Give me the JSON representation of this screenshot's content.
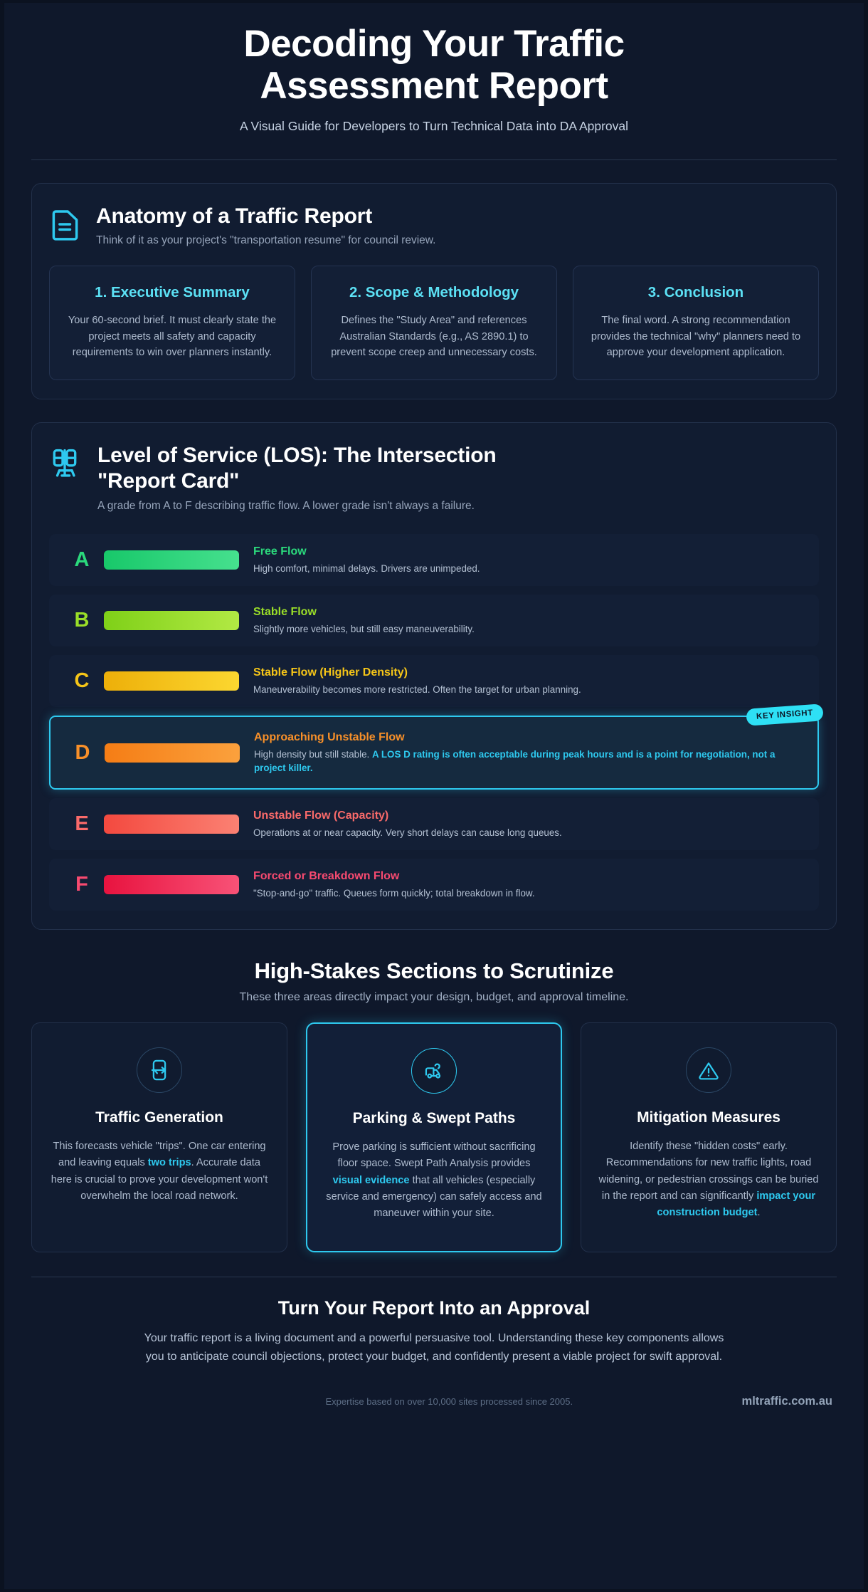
{
  "hero": {
    "title": "Decoding Your Traffic Assessment Report",
    "subtitle": "A Visual Guide for Developers to Turn Technical Data into DA Approval"
  },
  "anatomy": {
    "icon": "document-icon",
    "title": "Anatomy of a Traffic Report",
    "desc": "Think of it as your project's \"transportation resume\" for council review.",
    "accent": "#5ce1f5",
    "cards": [
      {
        "title": "1. Executive Summary",
        "body": "Your 60-second brief. It must clearly state the project meets all safety and capacity requirements to win over planners instantly."
      },
      {
        "title": "2. Scope & Methodology",
        "body": "Defines the \"Study Area\" and references Australian Standards (e.g., AS 2890.1) to prevent scope creep and unnecessary costs."
      },
      {
        "title": "3. Conclusion",
        "body": "The final word. A strong recommendation provides the technical \"why\" planners need to approve your development application."
      }
    ]
  },
  "los": {
    "icon": "traffic-signal-icon",
    "title": "Level of Service (LOS): The Intersection \"Report Card\"",
    "desc": "A grade from A to F describing traffic flow. A lower grade isn't always a failure.",
    "badge_label": "KEY INSIGHT",
    "rows": [
      {
        "grade": "A",
        "title": "Free Flow",
        "desc": "High comfort, minimal delays. Drivers are unimpeded.",
        "desc_bold": "",
        "color": "#2bd97c",
        "bar_from": "#18c86a",
        "bar_to": "#46e08e",
        "highlight": false
      },
      {
        "grade": "B",
        "title": "Stable Flow",
        "desc": "Slightly more vehicles, but still easy maneuverability.",
        "desc_bold": "",
        "color": "#9ade28",
        "bar_from": "#7fd018",
        "bar_to": "#b2e944",
        "highlight": false
      },
      {
        "grade": "C",
        "title": "Stable Flow (Higher Density)",
        "desc": "Maneuverability becomes more restricted. Often the target for urban planning.",
        "desc_bold": "",
        "color": "#f5c518",
        "bar_from": "#edaf09",
        "bar_to": "#fcd730",
        "highlight": false
      },
      {
        "grade": "D",
        "title": "Approaching Unstable Flow",
        "desc": "High density but still stable. ",
        "desc_bold": "A LOS D rating is often acceptable during peak hours and is a point for negotiation, not a project killer.",
        "color": "#f89029",
        "bar_from": "#f57d15",
        "bar_to": "#fba13d",
        "highlight": true
      },
      {
        "grade": "E",
        "title": "Unstable Flow (Capacity)",
        "desc": "Operations at or near capacity. Very short delays can cause long queues.",
        "desc_bold": "",
        "color": "#f96a6a",
        "bar_from": "#f3493f",
        "bar_to": "#fb8173",
        "highlight": false
      },
      {
        "grade": "F",
        "title": "Forced or Breakdown Flow",
        "desc": "\"Stop-and-go\" traffic. Queues form quickly; total breakdown in flow.",
        "desc_bold": "",
        "color": "#f84a70",
        "bar_from": "#e8133f",
        "bar_to": "#f85277",
        "highlight": false
      }
    ]
  },
  "stakes": {
    "title": "High-Stakes Sections to Scrutinize",
    "subtitle": "These three areas directly impact your design, budget, and approval timeline.",
    "cards": [
      {
        "icon": "trip-arrow-icon",
        "title": "Traffic Generation",
        "body_a": "This forecasts vehicle \"trips\". One car entering and leaving equals ",
        "body_bold": "two trips",
        "body_b": ". Accurate data here is crucial to prove your development won't overwhelm the local road network.",
        "featured": false
      },
      {
        "icon": "delivery-vehicle-icon",
        "title": "Parking & Swept Paths",
        "body_a": "Prove parking is sufficient without sacrificing floor space. Swept Path Analysis provides ",
        "body_bold": "visual evidence",
        "body_b": " that all vehicles (especially service and emergency) can safely access and maneuver within your site.",
        "featured": true
      },
      {
        "icon": "warning-triangle-icon",
        "title": "Mitigation Measures",
        "body_a": "Identify these \"hidden costs\" early. Recommendations for new traffic lights, road widening, or pedestrian crossings can be buried in the report and can significantly ",
        "body_bold": "impact your construction budget",
        "body_b": ".",
        "featured": false
      }
    ]
  },
  "footer": {
    "title": "Turn Your Report Into an Approval",
    "body": "Your traffic report is a living document and a powerful persuasive tool. Understanding these key components allows you to anticipate council objections, protect your budget, and confidently present a viable project for swift approval.",
    "note": "Expertise based on over 10,000 sites processed since 2005.",
    "brand": "mltraffic.com.au"
  }
}
